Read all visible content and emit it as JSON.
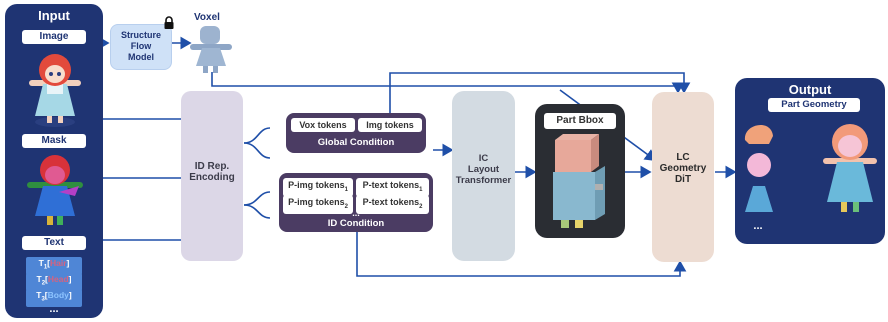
{
  "input": {
    "title": "Input",
    "image_label": "Image",
    "mask_label": "Mask",
    "text_label": "Text",
    "text_items": [
      {
        "prefix": "T",
        "sub": "1",
        "open": "[",
        "word": "Hair",
        "close": "]"
      },
      {
        "prefix": "T",
        "sub": "2",
        "open": "[",
        "word": "Head",
        "close": "]"
      },
      {
        "prefix": "T",
        "sub": "3",
        "open": "[",
        "word": "Body",
        "close": "]"
      }
    ],
    "ellipsis": "..."
  },
  "structure_flow": {
    "label_line1": "Structure",
    "label_line2": "Flow",
    "label_line3": "Model"
  },
  "voxel": {
    "label": "Voxel"
  },
  "id_encoding": {
    "line1": "ID Rep.",
    "line2": "Encoding"
  },
  "global_condition": {
    "tokens": [
      "Vox tokens",
      "Img tokens"
    ],
    "label": "Global Condition"
  },
  "id_condition": {
    "rows": [
      {
        "left": "P-img tokens",
        "left_sub": "1",
        "right": "P-text tokens",
        "right_sub": "1"
      },
      {
        "left": "P-img tokens",
        "left_sub": "2",
        "right": "P-text tokens",
        "right_sub": "2"
      }
    ],
    "ellipsis": "...",
    "label": "ID Condition"
  },
  "ic_layout": {
    "line1": "IC",
    "line2": "Layout",
    "line3": "Transformer"
  },
  "part_bbox": {
    "title": "Part Bbox"
  },
  "lc_geometry": {
    "line1": "LC",
    "line2": "Geometry",
    "line3": "DiT"
  },
  "output": {
    "title": "Output",
    "subtitle": "Part Geometry",
    "ellipsis": "..."
  },
  "colors": {
    "panel_dark": "#1f3473",
    "arrow": "#1f4fa8",
    "id_encoding_bg": "#dcd7e7",
    "condition_bg": "#4b3c63",
    "ic_bg": "#d3dbe2",
    "lc_bg": "#eddcd2",
    "bbox_bg": "#2a2d33"
  }
}
